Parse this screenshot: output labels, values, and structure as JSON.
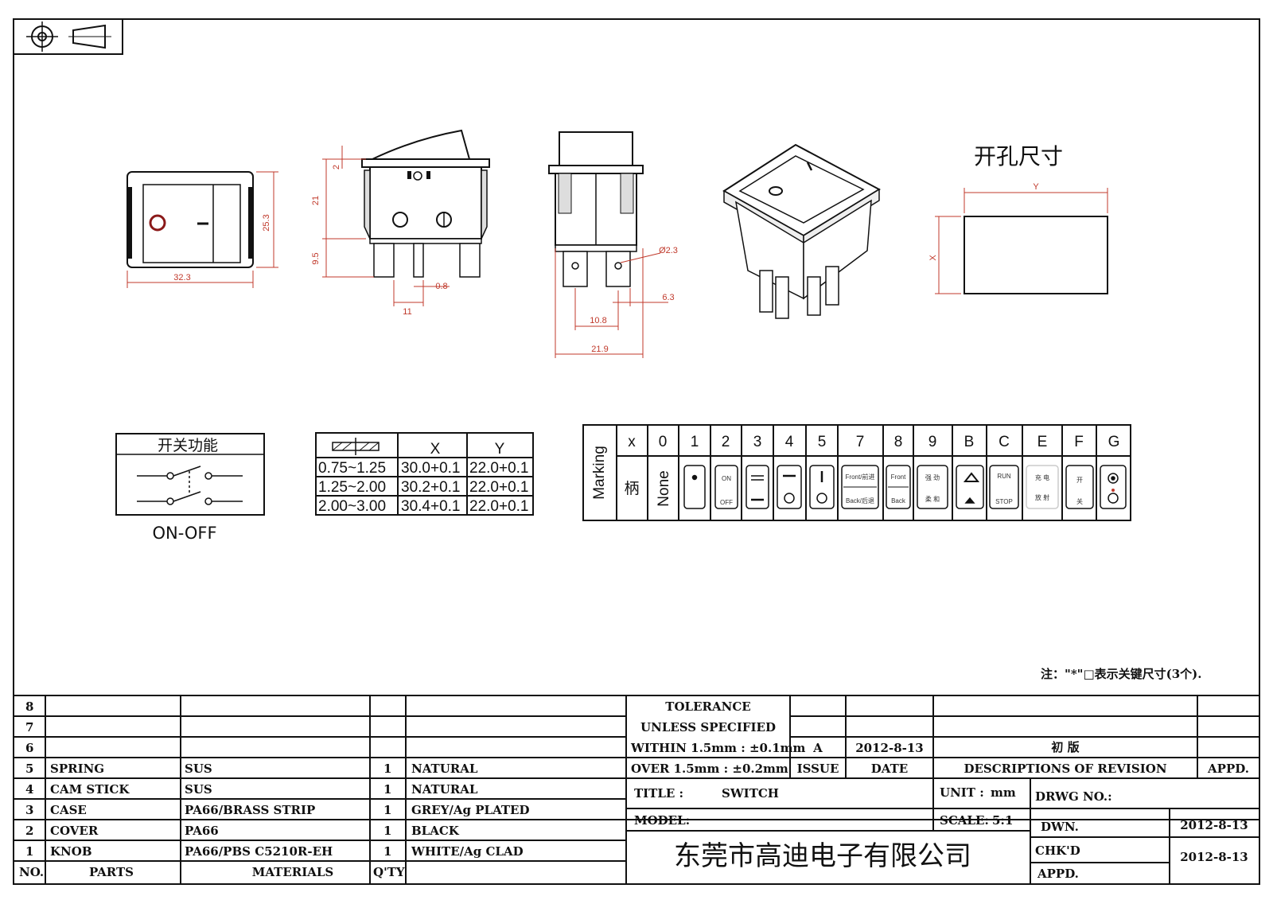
{
  "cutout": {
    "title": "开孔尺寸",
    "x_label": "X",
    "y_label": "Y"
  },
  "dims": {
    "width": "32.3",
    "height": "25.3",
    "d2": "2",
    "d21": "21",
    "d95": "9.5",
    "d08": "0.8",
    "d11": "11",
    "d23": "Ø2.3",
    "d63": "6.3",
    "d108": "10.8",
    "d219": "21.9"
  },
  "switch_function": {
    "title": "开关功能",
    "caption": "ON-OFF"
  },
  "hole_table": {
    "headers": [
      "X",
      "Y"
    ],
    "rows": [
      [
        "0.75~1.25",
        "30.0+0.1",
        "22.0+0.1"
      ],
      [
        "1.25~2.00",
        "30.2+0.1",
        "22.0+0.1"
      ],
      [
        "2.00~3.00",
        "30.4+0.1",
        "22.0+0.1"
      ]
    ]
  },
  "marking": {
    "label": "Marking",
    "codes": [
      "x",
      "0",
      "1",
      "2",
      "3",
      "4",
      "5",
      "7",
      "8",
      "9",
      "B",
      "C",
      "E",
      "F",
      "G"
    ],
    "row_label": "柄",
    "none_label": "None",
    "symbols": {
      "c2": [
        "ON",
        "OFF"
      ],
      "c7": [
        "Front/前进",
        "Back/后退"
      ],
      "c8": [
        "Front",
        "Back"
      ],
      "c9": [
        "强 劲",
        "柔 和"
      ],
      "cc": [
        "RUN",
        "STOP"
      ],
      "ce": [
        "充 电",
        "放 射"
      ],
      "cf": [
        "开",
        "关"
      ]
    }
  },
  "note": "注：\"*\"□表示关键尺寸(3个).",
  "bom": {
    "row_numbers": [
      "8",
      "7",
      "6",
      "5",
      "4",
      "3",
      "2",
      "1"
    ],
    "rows": [
      {
        "no": "5",
        "part": "SPRING",
        "material": "SUS",
        "qty": "1",
        "finish": "NATURAL"
      },
      {
        "no": "4",
        "part": "CAM STICK",
        "material": "SUS",
        "qty": "1",
        "finish": "NATURAL"
      },
      {
        "no": "3",
        "part": "CASE",
        "material": "PA66/BRASS STRIP",
        "qty": "1",
        "finish": "GREY/Ag PLATED"
      },
      {
        "no": "2",
        "part": "COVER",
        "material": "PA66",
        "qty": "1",
        "finish": "BLACK"
      },
      {
        "no": "1",
        "part": "KNOB",
        "material": "PA66/PBS C5210R-EH",
        "qty": "1",
        "finish": "WHITE/Ag CLAD"
      }
    ],
    "headers": {
      "no": "NO.",
      "parts": "PARTS",
      "materials": "MATERIALS",
      "qty": "Q'TY"
    }
  },
  "title_block": {
    "tolerance_1": "TOLERANCE",
    "tolerance_2": "UNLESS  SPECIFIED",
    "within": "WITHIN 1.5mm : ±0.1mm",
    "over": "OVER 1.5mm : ±0.2mm",
    "issue_value": "A",
    "date_value": "2012-8-13",
    "revision_desc": "初  版",
    "issue_label": "ISSUE",
    "date_label": "DATE",
    "desc_label": "DESCRIPTIONS OF REVISION",
    "appd_label": "APPD.",
    "title_label": "TITLE :",
    "title_value": "SWITCH",
    "unit_label": "UNIT :",
    "unit_value": "mm",
    "drwg_label": "DRWG NO.:",
    "model_label": "MODEL:",
    "scale_label": "SCALE:",
    "scale_value": "5:1",
    "dwn_label": "DWN.",
    "dwn_date": "2012-8-13",
    "chkd_label": "CHK'D",
    "chkd_date": "2012-8-13",
    "appd2_label": "APPD.",
    "company": "东莞市高迪电子有限公司"
  }
}
